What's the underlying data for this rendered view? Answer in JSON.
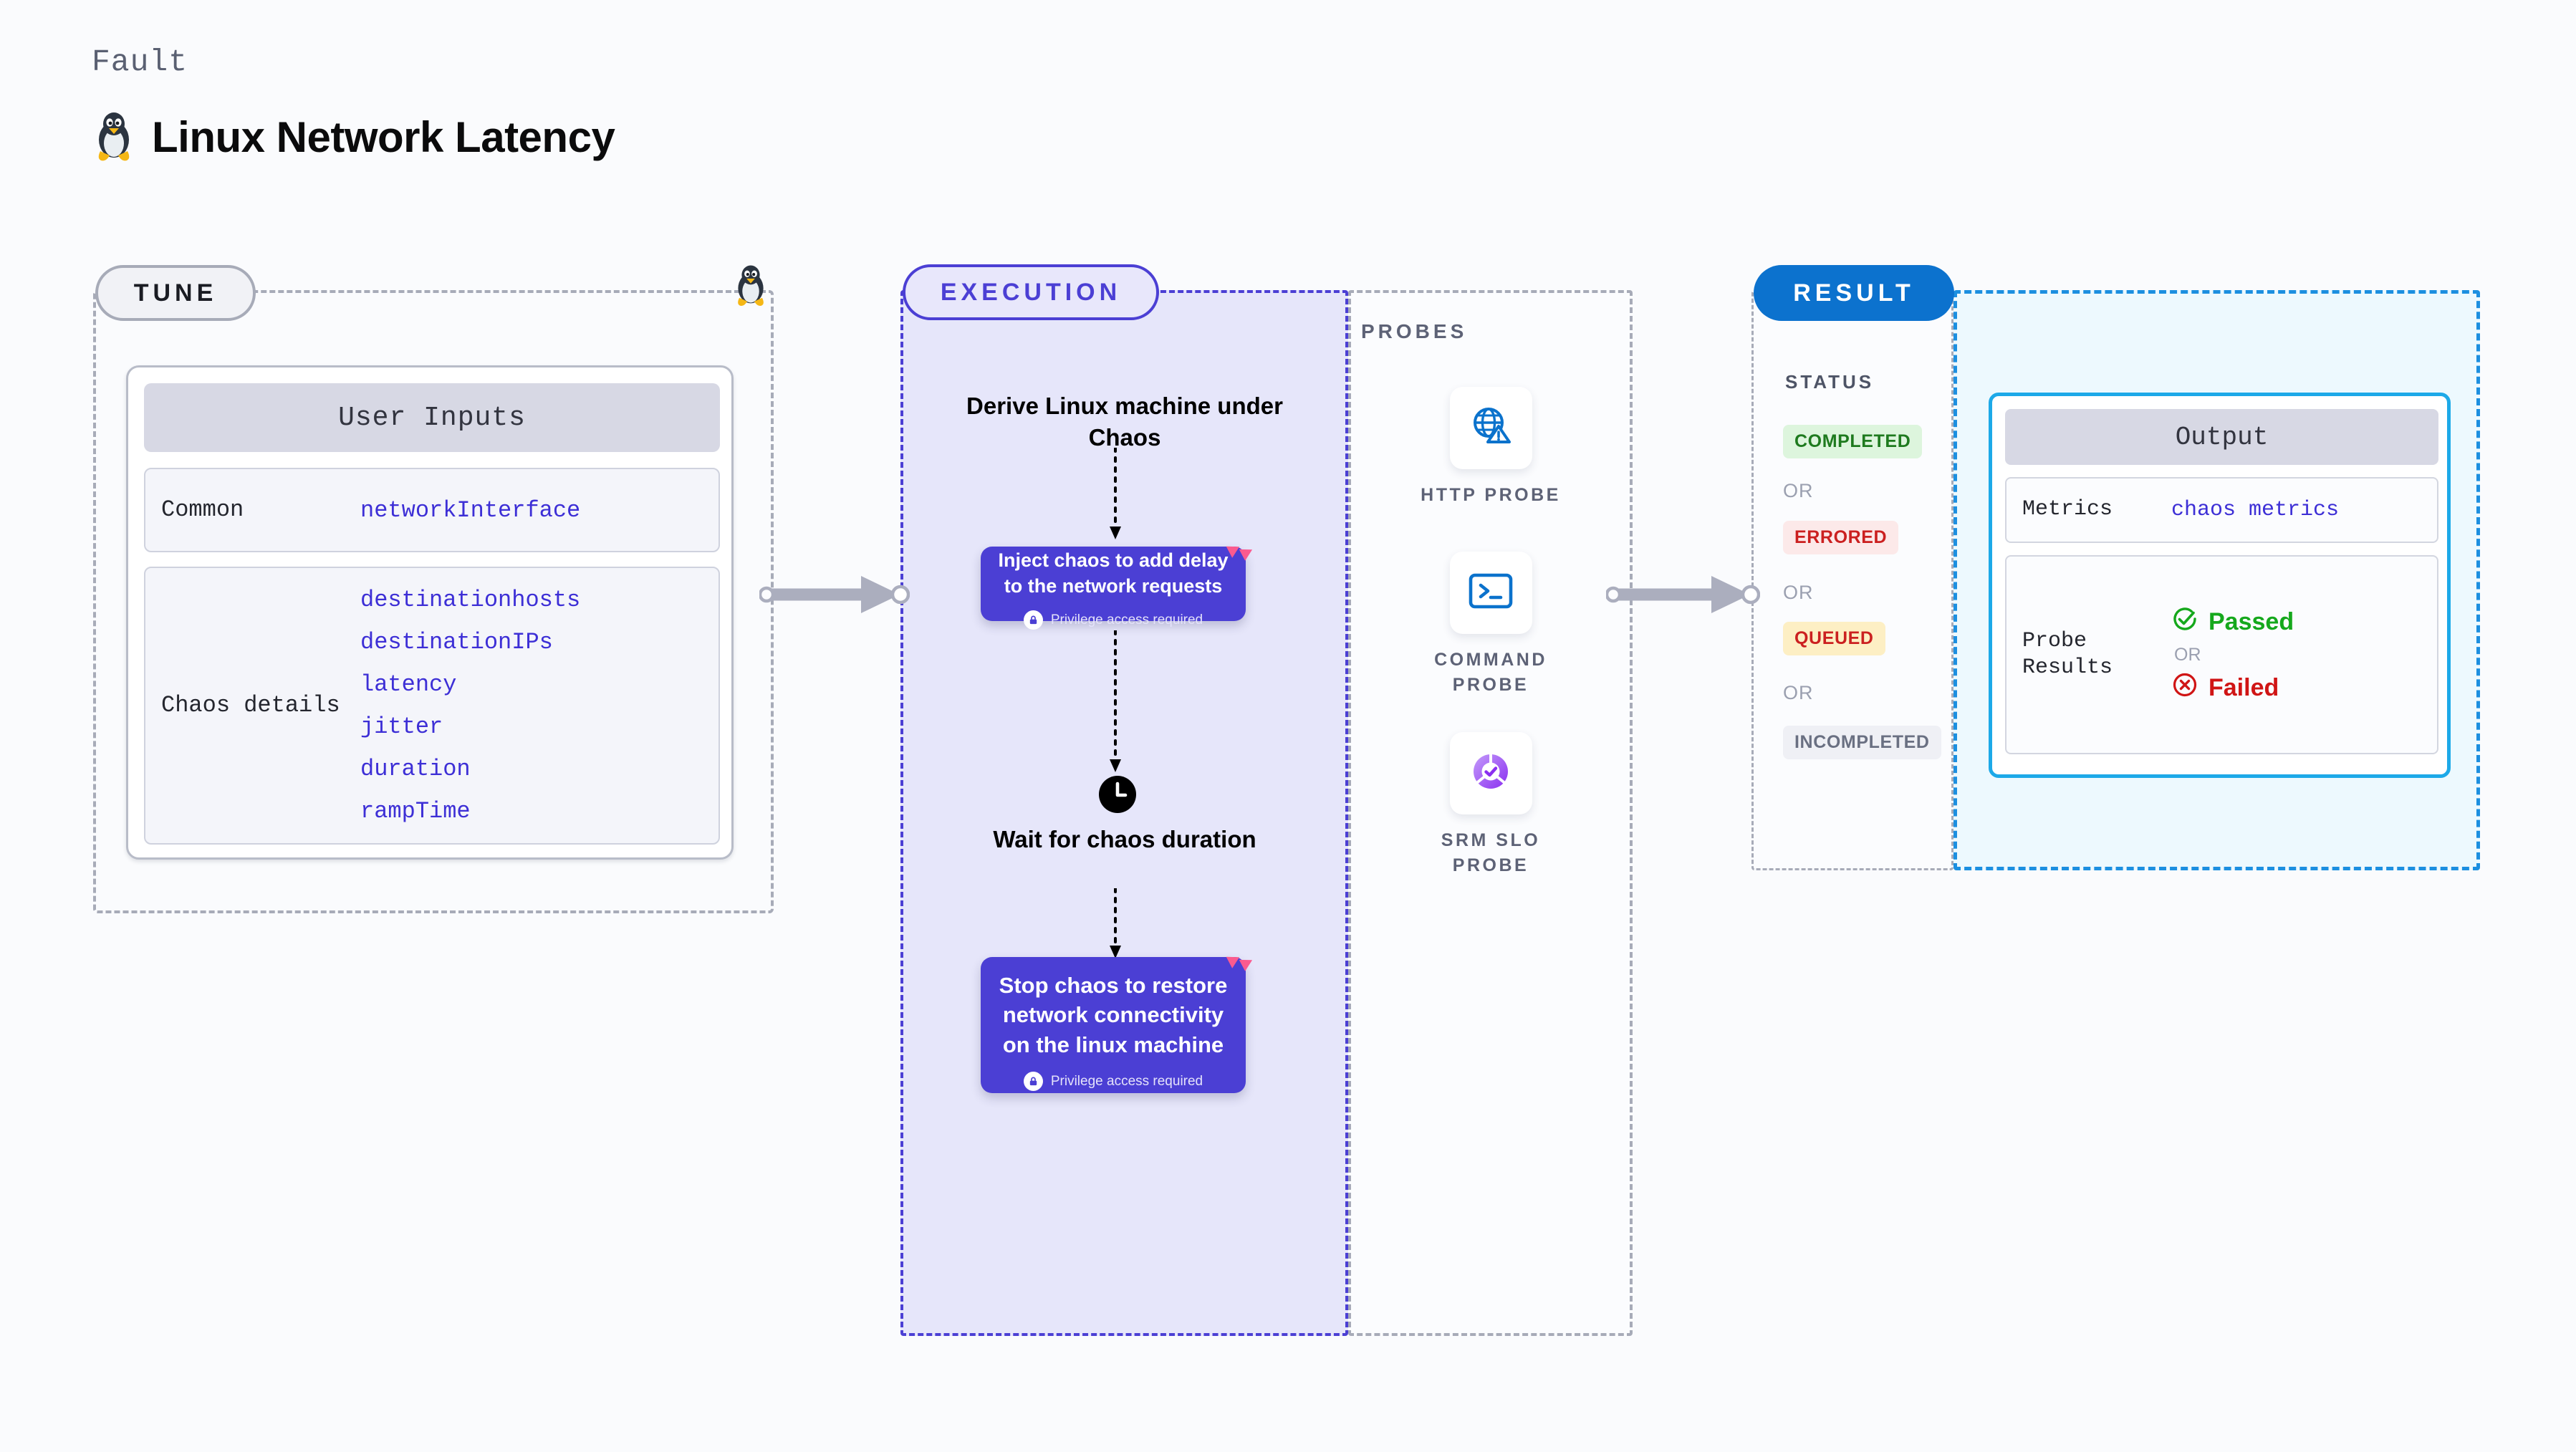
{
  "header": {
    "eyebrow": "Fault",
    "title": "Linux Network Latency",
    "icon": "linux-penguin-icon"
  },
  "tune": {
    "pill_label": "TUNE",
    "icon": "linux-penguin-icon",
    "card": {
      "header": "User Inputs",
      "groups": [
        {
          "label": "Common",
          "values": [
            "networkInterface"
          ]
        },
        {
          "label": "Chaos details",
          "values": [
            "destinationhosts",
            "destinationIPs",
            "latency",
            "jitter",
            "duration",
            "rampTime"
          ]
        }
      ]
    }
  },
  "execution": {
    "pill_label": "EXECUTION",
    "steps": [
      {
        "type": "text",
        "label": "Derive Linux machine under Chaos"
      },
      {
        "type": "card",
        "title": "Inject chaos to add delay to the network requests",
        "privilege": "Privilege access required",
        "badge": "harness-arrow-badge",
        "lock": "lock-icon"
      },
      {
        "type": "text",
        "label": "Wait for chaos duration",
        "icon": "clock-icon"
      },
      {
        "type": "card",
        "title": "Stop chaos to restore network connectivity on the linux machine",
        "privilege": "Privilege access required",
        "badge": "harness-arrow-badge",
        "lock": "lock-icon"
      }
    ]
  },
  "probes": {
    "section_label": "PROBES",
    "items": [
      {
        "caption": "HTTP PROBE",
        "icon": "globe-warning-icon"
      },
      {
        "caption": "COMMAND PROBE",
        "icon": "terminal-icon"
      },
      {
        "caption": "SRM SLO PROBE",
        "icon": "slo-donut-check-icon"
      }
    ]
  },
  "result": {
    "pill_label": "RESULT",
    "status_label": "STATUS",
    "or_label": "OR",
    "statuses": [
      {
        "label": "COMPLETED",
        "bg": "#DDF5DD",
        "fg": "#1E7A1E"
      },
      {
        "label": "ERRORED",
        "bg": "#FCE9E9",
        "fg": "#CB2020"
      },
      {
        "label": "QUEUED",
        "bg": "#FDEFC4",
        "fg": "#CB2020"
      },
      {
        "label": "INCOMPLETED",
        "bg": "#EFF0F5",
        "fg": "#6A7082"
      }
    ],
    "output": {
      "header": "Output",
      "metrics_label": "Metrics",
      "metrics_value": "chaos metrics",
      "probe_results_label": "Probe Results",
      "passed_label": "Passed",
      "failed_label": "Failed",
      "or_label": "OR",
      "passed_icon": "check-circle-icon",
      "failed_icon": "x-circle-icon"
    }
  },
  "colors": {
    "accent_purple": "#4B3FD4",
    "accent_blue": "#0C72CE",
    "output_border": "#1DA9E8",
    "execution_bg": "#E6E6FA",
    "result_bg": "#EDF9FE",
    "pink_badge": "#FB5A8F",
    "mono_value": "#3D2FD6"
  }
}
